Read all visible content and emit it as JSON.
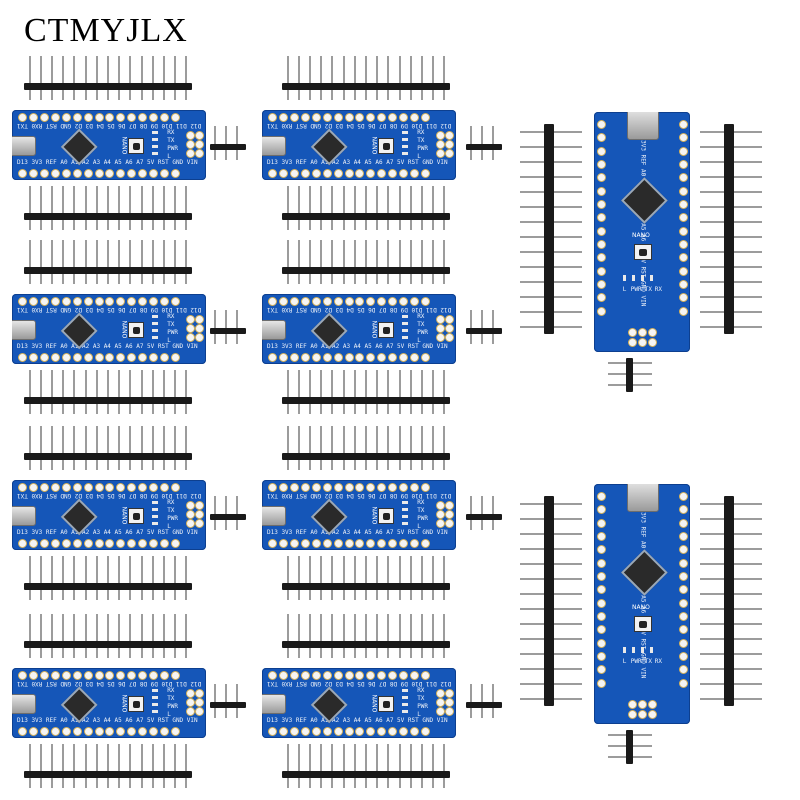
{
  "brand": "CTMYJLX",
  "silk": {
    "top_row": "D12 D11 D10 D9 D8 D7 D6 D5 D4 D3 D2 GND RST RX0 TX1",
    "bottom_row": "D13 3V3 REF A0 A1 A2 A3 A4 A5 A6 A7 5V RST GND VIN",
    "board_name": "NANO",
    "led_rx": "RX",
    "led_tx": "TX",
    "led_pwr": "PWR",
    "led_l": "L"
  },
  "colors": {
    "pcb": "#1556b8",
    "header": "#1a1a1a",
    "pin": "#9c9c9c",
    "pad": "#f5f5f5"
  },
  "icons": [
    "usb-c-connector-icon",
    "microcontroller-chip-icon",
    "reset-button-icon",
    "pin-header-icon"
  ]
}
